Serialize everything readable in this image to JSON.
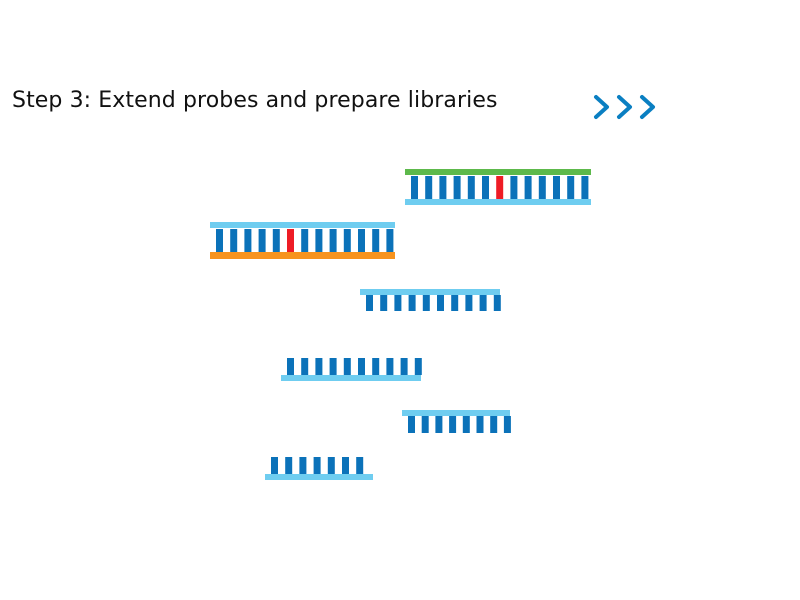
{
  "header": {
    "title": "Step 3: Extend probes and prepare libraries",
    "next_icon": "triple-chevron-right-icon"
  },
  "colors": {
    "title_text": "#111111",
    "chevron": "#0a7fc2",
    "base_pair": "#0b72b9",
    "light_strand": "#6fcdf0",
    "probe_green": "#5db94b",
    "probe_orange": "#f7931e",
    "variant_base": "#ee1c25"
  },
  "fragments": [
    {
      "name": "green-probe-duplex",
      "probe": "green",
      "variant_present": true
    },
    {
      "name": "orange-probe-duplex",
      "probe": "orange",
      "variant_present": true
    },
    {
      "name": "library-fragment-1",
      "probe": "none",
      "variant_present": false
    },
    {
      "name": "library-fragment-2",
      "probe": "none",
      "variant_present": false
    },
    {
      "name": "library-fragment-3",
      "probe": "none",
      "variant_present": false
    },
    {
      "name": "library-fragment-4",
      "probe": "none",
      "variant_present": false
    }
  ]
}
